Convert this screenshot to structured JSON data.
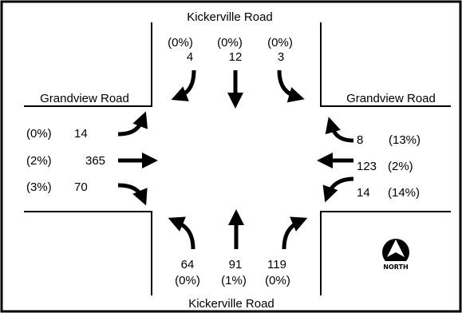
{
  "roads": {
    "north": "Kickerville Road",
    "south": "Kickerville Road",
    "west": "Grandview Road",
    "east": "Grandview Road"
  },
  "approaches": {
    "southbound": {
      "left": {
        "volume": "4",
        "heavy": "(0%)"
      },
      "through": {
        "volume": "12",
        "heavy": "(0%)"
      },
      "right": {
        "volume": "3",
        "heavy": "(0%)"
      }
    },
    "northbound": {
      "left": {
        "volume": "64",
        "heavy": "(0%)"
      },
      "through": {
        "volume": "91",
        "heavy": "(1%)"
      },
      "right": {
        "volume": "119",
        "heavy": "(0%)"
      }
    },
    "eastbound": {
      "left": {
        "volume": "14",
        "heavy": "(0%)"
      },
      "through": {
        "volume": "365",
        "heavy": "(2%)"
      },
      "right": {
        "volume": "70",
        "heavy": "(3%)"
      }
    },
    "westbound": {
      "right": {
        "volume": "8",
        "heavy": "(13%)"
      },
      "through": {
        "volume": "123",
        "heavy": "(2%)"
      },
      "left": {
        "volume": "14",
        "heavy": "(14%)"
      }
    }
  },
  "north_arrow": {
    "label": "NORTH"
  }
}
